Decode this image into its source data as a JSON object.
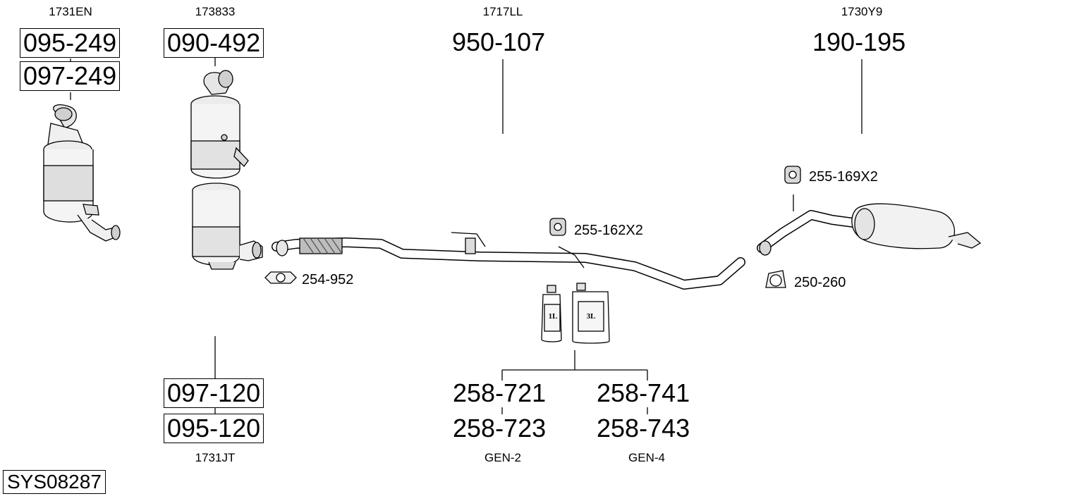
{
  "groups": {
    "cat1": {
      "oem": "1731EN",
      "parts": [
        "095-249",
        "097-249"
      ]
    },
    "cat2": {
      "oem": "173833",
      "parts": [
        "090-492"
      ]
    },
    "dpf": {
      "oem": "1731JT",
      "parts": [
        "097-120",
        "095-120"
      ]
    },
    "mid": {
      "oem": "1717LL",
      "part": "950-107"
    },
    "rear": {
      "oem": "1730Y9",
      "part": "190-195"
    }
  },
  "accessories": {
    "clamp1": "254-952",
    "hanger1": "255-162X2",
    "hanger2": "255-169X2",
    "clamp2": "250-260"
  },
  "fluids": {
    "bottle_small_label": "1L",
    "bottle_large_label": "3L",
    "gen2": {
      "parts": [
        "258-721",
        "258-723"
      ],
      "label": "GEN-2"
    },
    "gen4": {
      "parts": [
        "258-741",
        "258-743"
      ],
      "label": "GEN-4"
    }
  },
  "system_code": "SYS08287"
}
